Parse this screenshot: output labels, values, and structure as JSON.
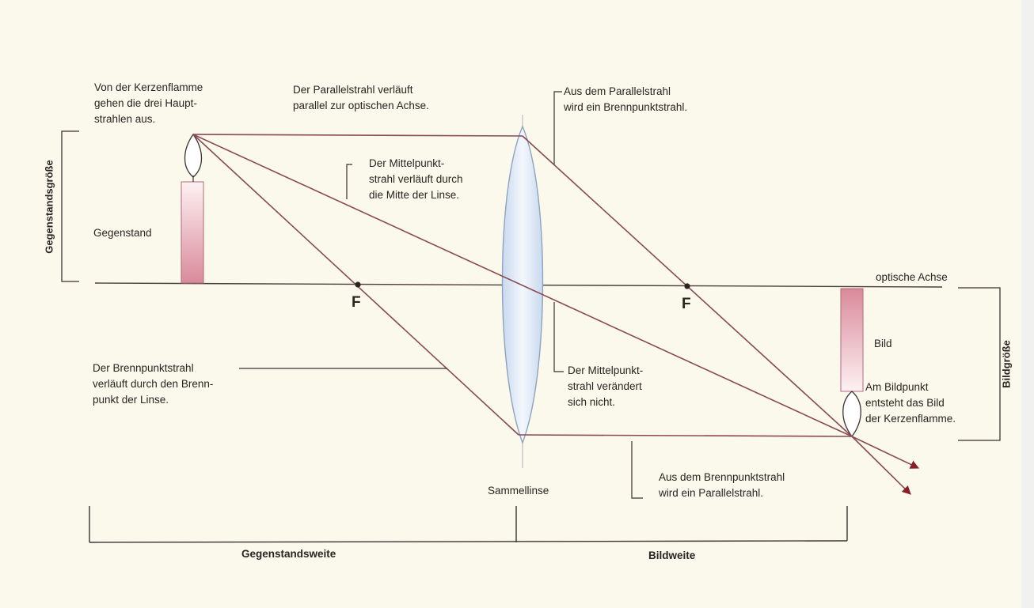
{
  "labels": {
    "candle_text": [
      "Von der Kerzenflamme",
      "gehen die drei Haupt-",
      "strahlen aus."
    ],
    "parallel_ray": [
      "Der Parallelstrahl verläuft",
      "parallel zur optischen Achse."
    ],
    "becomes_focal": [
      "Aus dem Parallelstrahl",
      "wird ein Brennpunktstrahl."
    ],
    "central_ray": [
      "Der Mittelpunkt-",
      "strahl verläuft durch",
      "die Mitte der Linse."
    ],
    "object": "Gegenstand",
    "focal_left": "F",
    "focal_right": "F",
    "optical_axis": "optische Achse",
    "image": "Bild",
    "focal_ray": [
      "Der Brennpunktstrahl",
      "verläuft durch den Brenn-",
      "punkt der Linse."
    ],
    "central_unchanged": [
      "Der Mittelpunkt-",
      "strahl verändert",
      "sich nicht."
    ],
    "image_point": [
      "Am Bildpunkt",
      "entsteht das Bild",
      "der Kerzenflamme."
    ],
    "becomes_parallel": [
      "Aus dem Brennpunktstrahl",
      "wird ein Parallelstrahl."
    ],
    "lens": "Sammellinse",
    "object_size": "Gegenstandsgröße",
    "image_size": "Bildgröße",
    "object_distance": "Gegenstandsweite",
    "image_distance": "Bildweite"
  },
  "colors": {
    "background": "#fbf8ec",
    "ray": "#8a4a52",
    "line": "#3a3330",
    "lens_fill": "#dfe9f5",
    "candle_pink": "#d98a9a"
  }
}
